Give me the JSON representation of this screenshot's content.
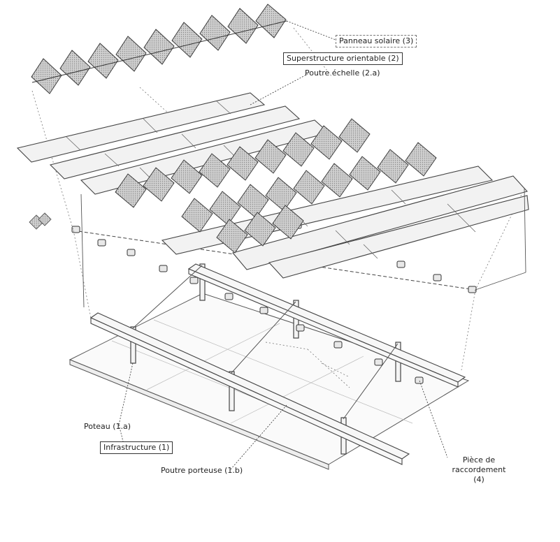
{
  "labels": {
    "panneau_solaire": "Panneau solaire (3)",
    "superstructure": "Superstructure orientable (2)",
    "poutre_echelle": "Poutre échelle (2.a)",
    "poteau": "Poteau (1.a)",
    "infrastructure": "Infrastructure (1)",
    "poutre_porteuse": "Poutre porteuse (1.b)",
    "piece_raccordement_line1": "Pièce de",
    "piece_raccordement_line2": "raccordement (4)"
  },
  "colors": {
    "line": "#444444",
    "light_line": "#888888",
    "panel_fill": "#bdbdbd",
    "frame_fill": "#f2f2f2"
  }
}
